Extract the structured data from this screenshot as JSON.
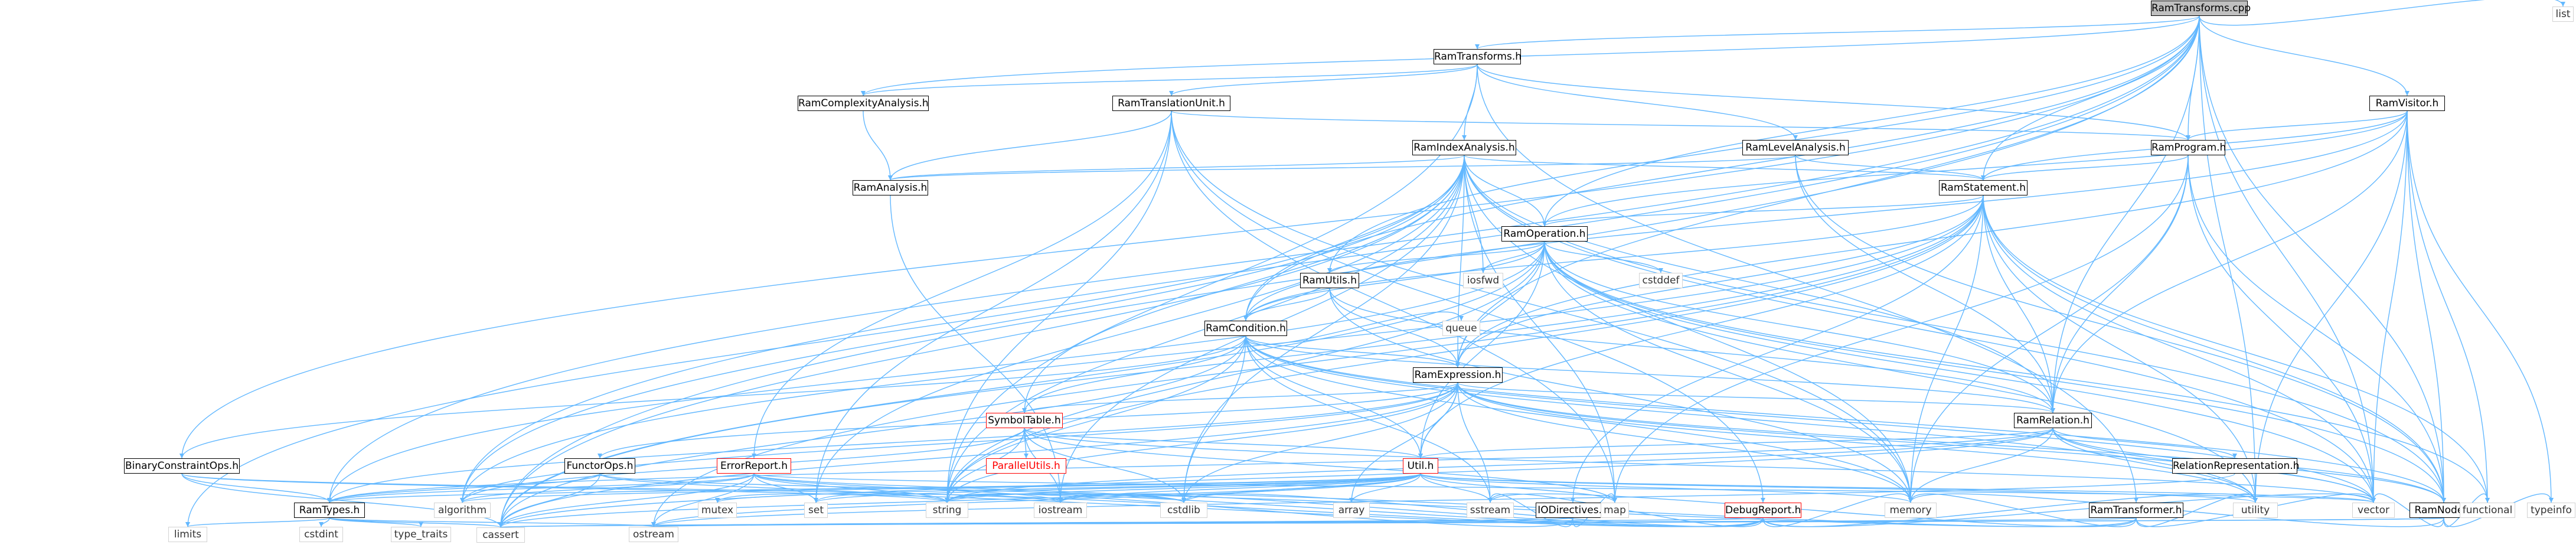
{
  "graph": {
    "nodes": [
      {
        "id": "root",
        "label": "RamTransforms.cpp",
        "kind": "root"
      },
      {
        "id": "list",
        "label": "list",
        "kind": "sys"
      },
      {
        "id": "rt_h",
        "label": "RamTransforms.h",
        "kind": "local"
      },
      {
        "id": "complexity",
        "label": "RamComplexityAnalysis.h",
        "kind": "local"
      },
      {
        "id": "tu",
        "label": "RamTranslationUnit.h",
        "kind": "local"
      },
      {
        "id": "visitor",
        "label": "RamVisitor.h",
        "kind": "local"
      },
      {
        "id": "index",
        "label": "RamIndexAnalysis.h",
        "kind": "local"
      },
      {
        "id": "level",
        "label": "RamLevelAnalysis.h",
        "kind": "local"
      },
      {
        "id": "program",
        "label": "RamProgram.h",
        "kind": "local"
      },
      {
        "id": "analysis",
        "label": "RamAnalysis.h",
        "kind": "local"
      },
      {
        "id": "statement",
        "label": "RamStatement.h",
        "kind": "local"
      },
      {
        "id": "operation",
        "label": "RamOperation.h",
        "kind": "local"
      },
      {
        "id": "utils",
        "label": "RamUtils.h",
        "kind": "local"
      },
      {
        "id": "iosfwd",
        "label": "iosfwd",
        "kind": "sys"
      },
      {
        "id": "cstddef",
        "label": "cstddef",
        "kind": "sys"
      },
      {
        "id": "condition",
        "label": "RamCondition.h",
        "kind": "local"
      },
      {
        "id": "queue",
        "label": "queue",
        "kind": "sys"
      },
      {
        "id": "expression",
        "label": "RamExpression.h",
        "kind": "local"
      },
      {
        "id": "symtab",
        "label": "SymbolTable.h",
        "kind": "red"
      },
      {
        "id": "parallel",
        "label": "ParallelUtils.h",
        "kind": "redgrey"
      },
      {
        "id": "relation",
        "label": "RamRelation.h",
        "kind": "local"
      },
      {
        "id": "relrep",
        "label": "RelationRepresentation.h",
        "kind": "local"
      },
      {
        "id": "binop",
        "label": "BinaryConstraintOps.h",
        "kind": "local"
      },
      {
        "id": "functor",
        "label": "FunctorOps.h",
        "kind": "local"
      },
      {
        "id": "error",
        "label": "ErrorReport.h",
        "kind": "red"
      },
      {
        "id": "util",
        "label": "Util.h",
        "kind": "red"
      },
      {
        "id": "iodir",
        "label": "IODirectives.h",
        "kind": "local"
      },
      {
        "id": "debug",
        "label": "DebugReport.h",
        "kind": "red"
      },
      {
        "id": "transformer",
        "label": "RamTransformer.h",
        "kind": "local"
      },
      {
        "id": "node",
        "label": "RamNode.h",
        "kind": "local"
      },
      {
        "id": "types",
        "label": "RamTypes.h",
        "kind": "local"
      },
      {
        "id": "limits",
        "label": "limits",
        "kind": "sys"
      },
      {
        "id": "cstdint",
        "label": "cstdint",
        "kind": "sys"
      },
      {
        "id": "type_traits",
        "label": "type_traits",
        "kind": "sys"
      },
      {
        "id": "cassert",
        "label": "cassert",
        "kind": "sys"
      },
      {
        "id": "ostream",
        "label": "ostream",
        "kind": "sys"
      },
      {
        "id": "algorithm",
        "label": "algorithm",
        "kind": "sys"
      },
      {
        "id": "mutex",
        "label": "mutex",
        "kind": "sys"
      },
      {
        "id": "set",
        "label": "set",
        "kind": "sys"
      },
      {
        "id": "string",
        "label": "string",
        "kind": "sys"
      },
      {
        "id": "iostream",
        "label": "iostream",
        "kind": "sys"
      },
      {
        "id": "cstdlib",
        "label": "cstdlib",
        "kind": "sys"
      },
      {
        "id": "array",
        "label": "array",
        "kind": "sys"
      },
      {
        "id": "sstream",
        "label": "sstream",
        "kind": "sys"
      },
      {
        "id": "map",
        "label": "map",
        "kind": "sys"
      },
      {
        "id": "memory",
        "label": "memory",
        "kind": "sys"
      },
      {
        "id": "utility",
        "label": "utility",
        "kind": "sys"
      },
      {
        "id": "vector",
        "label": "vector",
        "kind": "sys"
      },
      {
        "id": "functional",
        "label": "functional",
        "kind": "sys"
      },
      {
        "id": "typeinfo",
        "label": "typeinfo",
        "kind": "sys"
      }
    ],
    "edges": [
      [
        "root",
        "list"
      ],
      [
        "root",
        "rt_h"
      ],
      [
        "root",
        "complexity"
      ],
      [
        "root",
        "visitor"
      ],
      [
        "root",
        "program"
      ],
      [
        "root",
        "statement"
      ],
      [
        "root",
        "operation"
      ],
      [
        "root",
        "utils"
      ],
      [
        "root",
        "condition"
      ],
      [
        "root",
        "expression"
      ],
      [
        "root",
        "relation"
      ],
      [
        "root",
        "node"
      ],
      [
        "root",
        "binop"
      ],
      [
        "root",
        "algorithm"
      ],
      [
        "root",
        "types"
      ],
      [
        "root",
        "utility"
      ],
      [
        "root",
        "vector"
      ],
      [
        "root",
        "cassert"
      ],
      [
        "rt_h",
        "complexity"
      ],
      [
        "rt_h",
        "tu"
      ],
      [
        "rt_h",
        "index"
      ],
      [
        "rt_h",
        "level"
      ],
      [
        "rt_h",
        "program"
      ],
      [
        "rt_h",
        "transformer"
      ],
      [
        "rt_h",
        "string"
      ],
      [
        "complexity",
        "analysis"
      ],
      [
        "tu",
        "analysis"
      ],
      [
        "tu",
        "program"
      ],
      [
        "tu",
        "debug"
      ],
      [
        "tu",
        "error"
      ],
      [
        "tu",
        "memory"
      ],
      [
        "tu",
        "map"
      ],
      [
        "tu",
        "string"
      ],
      [
        "tu",
        "set"
      ],
      [
        "visitor",
        "program"
      ],
      [
        "visitor",
        "statement"
      ],
      [
        "visitor",
        "operation"
      ],
      [
        "visitor",
        "condition"
      ],
      [
        "visitor",
        "expression"
      ],
      [
        "visitor",
        "relation"
      ],
      [
        "visitor",
        "node"
      ],
      [
        "visitor",
        "utility"
      ],
      [
        "visitor",
        "vector"
      ],
      [
        "visitor",
        "functional"
      ],
      [
        "visitor",
        "typeinfo"
      ],
      [
        "index",
        "analysis"
      ],
      [
        "index",
        "statement"
      ],
      [
        "index",
        "operation"
      ],
      [
        "index",
        "condition"
      ],
      [
        "index",
        "expression"
      ],
      [
        "index",
        "relation"
      ],
      [
        "index",
        "node"
      ],
      [
        "index",
        "symtab"
      ],
      [
        "index",
        "map"
      ],
      [
        "index",
        "memory"
      ],
      [
        "index",
        "string"
      ],
      [
        "index",
        "vector"
      ],
      [
        "index",
        "set"
      ],
      [
        "index",
        "iostream"
      ],
      [
        "index",
        "cstdlib"
      ],
      [
        "index",
        "limits"
      ],
      [
        "index",
        "algorithm"
      ],
      [
        "index",
        "cassert"
      ],
      [
        "index",
        "iosfwd"
      ],
      [
        "level",
        "analysis"
      ],
      [
        "level",
        "statement"
      ],
      [
        "level",
        "relation"
      ],
      [
        "level",
        "node"
      ],
      [
        "program",
        "statement"
      ],
      [
        "program",
        "relation"
      ],
      [
        "program",
        "node"
      ],
      [
        "program",
        "map"
      ],
      [
        "program",
        "memory"
      ],
      [
        "program",
        "vector"
      ],
      [
        "analysis",
        "iostream"
      ],
      [
        "statement",
        "operation"
      ],
      [
        "statement",
        "condition"
      ],
      [
        "statement",
        "expression"
      ],
      [
        "statement",
        "relation"
      ],
      [
        "statement",
        "node"
      ],
      [
        "statement",
        "iodir"
      ],
      [
        "statement",
        "util"
      ],
      [
        "statement",
        "memory"
      ],
      [
        "statement",
        "string"
      ],
      [
        "statement",
        "utility"
      ],
      [
        "statement",
        "vector"
      ],
      [
        "statement",
        "algorithm"
      ],
      [
        "statement",
        "ostream"
      ],
      [
        "statement",
        "cassert"
      ],
      [
        "statement",
        "functional"
      ],
      [
        "operation",
        "utils"
      ],
      [
        "operation",
        "condition"
      ],
      [
        "operation",
        "expression"
      ],
      [
        "operation",
        "relation"
      ],
      [
        "operation",
        "node"
      ],
      [
        "operation",
        "iosfwd"
      ],
      [
        "operation",
        "cstddef"
      ],
      [
        "operation",
        "util"
      ],
      [
        "operation",
        "memory"
      ],
      [
        "operation",
        "string"
      ],
      [
        "operation",
        "utility"
      ],
      [
        "operation",
        "vector"
      ],
      [
        "operation",
        "cassert"
      ],
      [
        "operation",
        "functional"
      ],
      [
        "operation",
        "types"
      ],
      [
        "utils",
        "condition"
      ],
      [
        "utils",
        "expression"
      ],
      [
        "utils",
        "relation"
      ],
      [
        "utils",
        "memory"
      ],
      [
        "condition",
        "expression"
      ],
      [
        "condition",
        "relation"
      ],
      [
        "condition",
        "node"
      ],
      [
        "condition",
        "binop"
      ],
      [
        "condition",
        "symtab"
      ],
      [
        "condition",
        "util"
      ],
      [
        "condition",
        "queue"
      ],
      [
        "condition",
        "memory"
      ],
      [
        "condition",
        "string"
      ],
      [
        "condition",
        "sstream"
      ],
      [
        "condition",
        "cstdlib"
      ],
      [
        "condition",
        "vector"
      ],
      [
        "condition",
        "cassert"
      ],
      [
        "condition",
        "utility"
      ],
      [
        "expression",
        "relation"
      ],
      [
        "expression",
        "node"
      ],
      [
        "expression",
        "functor"
      ],
      [
        "expression",
        "symtab"
      ],
      [
        "expression",
        "util"
      ],
      [
        "expression",
        "types"
      ],
      [
        "expression",
        "array"
      ],
      [
        "expression",
        "memory"
      ],
      [
        "expression",
        "string"
      ],
      [
        "expression",
        "sstream"
      ],
      [
        "expression",
        "utility"
      ],
      [
        "expression",
        "vector"
      ],
      [
        "expression",
        "cstdlib"
      ],
      [
        "expression",
        "cassert"
      ],
      [
        "expression",
        "algorithm"
      ],
      [
        "symtab",
        "parallel"
      ],
      [
        "symtab",
        "util"
      ],
      [
        "symtab",
        "string"
      ],
      [
        "symtab",
        "iostream"
      ],
      [
        "symtab",
        "map"
      ],
      [
        "symtab",
        "vector"
      ],
      [
        "symtab",
        "algorithm"
      ],
      [
        "symtab",
        "cstdlib"
      ],
      [
        "relation",
        "relrep"
      ],
      [
        "relation",
        "node"
      ],
      [
        "relation",
        "util"
      ],
      [
        "relation",
        "types"
      ],
      [
        "relation",
        "memory"
      ],
      [
        "relation",
        "string"
      ],
      [
        "relation",
        "utility"
      ],
      [
        "relation",
        "vector"
      ],
      [
        "relation",
        "cassert"
      ],
      [
        "relrep",
        "ostream"
      ],
      [
        "binop",
        "types"
      ],
      [
        "binop",
        "cassert"
      ],
      [
        "binop",
        "iostream"
      ],
      [
        "binop",
        "string"
      ],
      [
        "functor",
        "types"
      ],
      [
        "functor",
        "cassert"
      ],
      [
        "functor",
        "cstdlib"
      ],
      [
        "functor",
        "string"
      ],
      [
        "error",
        "types"
      ],
      [
        "error",
        "algorithm"
      ],
      [
        "error",
        "cassert"
      ],
      [
        "error",
        "iostream"
      ],
      [
        "error",
        "set"
      ],
      [
        "error",
        "string"
      ],
      [
        "error",
        "vector"
      ],
      [
        "error",
        "cstdlib"
      ],
      [
        "error",
        "ostream"
      ],
      [
        "util",
        "types"
      ],
      [
        "util",
        "algorithm"
      ],
      [
        "util",
        "array"
      ],
      [
        "util",
        "cassert"
      ],
      [
        "util",
        "cstdlib"
      ],
      [
        "util",
        "iostream"
      ],
      [
        "util",
        "map"
      ],
      [
        "util",
        "memory"
      ],
      [
        "util",
        "set"
      ],
      [
        "util",
        "sstream"
      ],
      [
        "util",
        "string"
      ],
      [
        "util",
        "utility"
      ],
      [
        "util",
        "vector"
      ],
      [
        "util",
        "ostream"
      ],
      [
        "util",
        "mutex"
      ],
      [
        "iodir",
        "string"
      ],
      [
        "iodir",
        "sstream"
      ],
      [
        "iodir",
        "map"
      ],
      [
        "iodir",
        "ostream"
      ],
      [
        "debug",
        "string"
      ],
      [
        "debug",
        "sstream"
      ],
      [
        "debug",
        "memory"
      ],
      [
        "debug",
        "vector"
      ],
      [
        "debug",
        "ostream"
      ],
      [
        "debug",
        "utility"
      ],
      [
        "debug",
        "cstdlib"
      ],
      [
        "debug",
        "iostream"
      ],
      [
        "debug",
        "mutex"
      ],
      [
        "debug",
        "set"
      ],
      [
        "transformer",
        "memory"
      ],
      [
        "transformer",
        "string"
      ],
      [
        "transformer",
        "utility"
      ],
      [
        "transformer",
        "vector"
      ],
      [
        "transformer",
        "cassert"
      ],
      [
        "transformer",
        "iostream"
      ],
      [
        "transformer",
        "sstream"
      ],
      [
        "node",
        "functional"
      ],
      [
        "node",
        "vector"
      ],
      [
        "node",
        "memory"
      ],
      [
        "node",
        "typeinfo"
      ],
      [
        "node",
        "cassert"
      ],
      [
        "node",
        "ostream"
      ],
      [
        "types",
        "limits"
      ],
      [
        "types",
        "cstdint"
      ],
      [
        "types",
        "type_traits"
      ],
      [
        "types",
        "cassert"
      ],
      [
        "types",
        "ostream"
      ]
    ]
  }
}
